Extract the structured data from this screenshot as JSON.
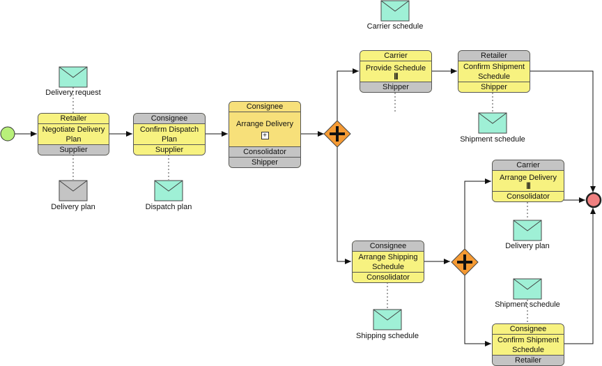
{
  "tasks": {
    "t1": {
      "top": "Retailer",
      "name": "Negotiate Delivery Plan",
      "bottom": "Supplier"
    },
    "t2": {
      "top": "Consignee",
      "name": "Confirm Dispatch Plan",
      "bottom": "Supplier"
    },
    "t3": {
      "top": "Consignee",
      "name": "Arrange Delivery",
      "bottom1": "Consolidator",
      "bottom2": "Shipper"
    },
    "t4": {
      "top": "Carrier",
      "name": "Provide Schedule",
      "bottom": "Shipper"
    },
    "t5": {
      "top": "Retailer",
      "name": "Confirm Shipment Schedule",
      "bottom": "Shipper"
    },
    "t6": {
      "top": "Consignee",
      "name": "Arrange Shipping Schedule",
      "bottom": "Consolidator"
    },
    "t7": {
      "top": "Carrier",
      "name": "Arrange Delivery",
      "bottom": "Consolidator"
    },
    "t8": {
      "top": "Consignee",
      "name": "Confirm Shipment Schedule",
      "bottom": "Retailer"
    }
  },
  "messages": {
    "m1": "Delivery request",
    "m2": "Delivery plan",
    "m3": "Dispatch plan",
    "m4": "Carrier schedule",
    "m5": "Shipment schedule",
    "m6": "Delivery plan",
    "m7": "Shipping schedule",
    "m8": "Shipment schedule"
  },
  "colors": {
    "task_fill": "#f7f280",
    "header_grey": "#c4c4c4",
    "gateway": "#f59a33",
    "message": "#9ff0d6",
    "message_grey": "#c4c4c4",
    "start_event": "#b8f07a",
    "end_event": "#f08080"
  }
}
